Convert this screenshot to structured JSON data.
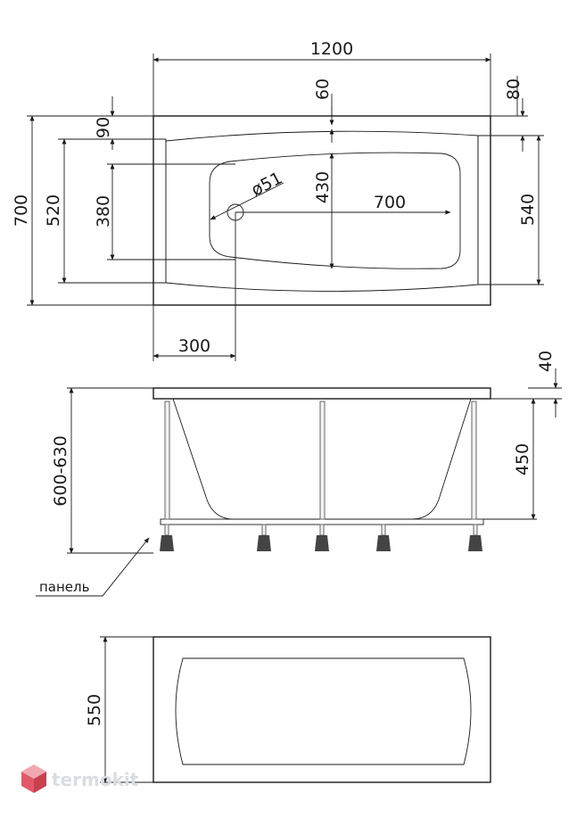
{
  "top_view": {
    "overall_length": "1200",
    "overall_width": "700",
    "rim_left": "90",
    "rim_top": "60",
    "rim_right": "80",
    "inner_left_width": "520",
    "inner_right_width": "540",
    "bowl_width": "430",
    "bowl_length": "700",
    "drain_diameter": "ø51",
    "drain_spacing": "380",
    "drain_offset": "300"
  },
  "side_view": {
    "total_height": "600-630",
    "rim_thickness": "40",
    "bowl_depth": "450",
    "panel_label": "панель"
  },
  "front_view": {
    "panel_height": "550"
  },
  "watermark": {
    "text": "termokit",
    "color": "#e05a6a"
  }
}
